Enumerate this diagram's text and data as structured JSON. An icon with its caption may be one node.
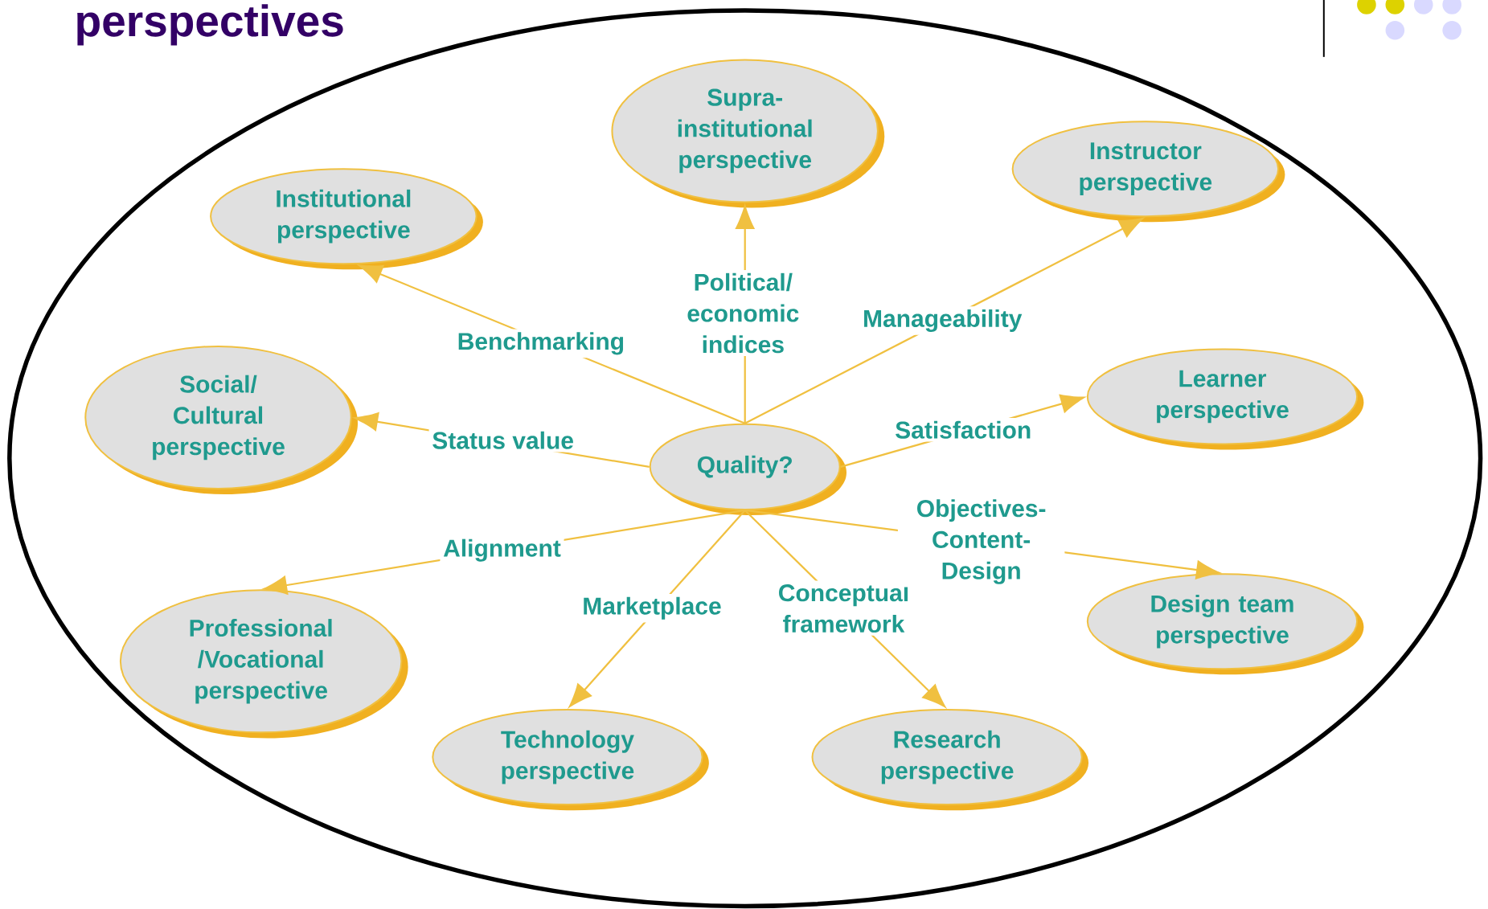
{
  "diagram": {
    "title": "perspectives",
    "nodes": [
      {
        "text": [
          "Quality?"
        ]
      },
      {
        "text": [
          "Supra-institutional perspective"
        ]
      },
      {
        "text": [
          "Institutional perspective"
        ]
      },
      {
        "text": [
          "Instructor perspective"
        ]
      },
      {
        "text": [
          "Social/ Cultural perspective"
        ]
      },
      {
        "text": [
          "Learner perspective"
        ]
      },
      {
        "text": [
          "Professional /Vocational perspective"
        ]
      },
      {
        "text": [
          "Technology perspective"
        ]
      },
      {
        "text": [
          "Research perspective"
        ]
      },
      {
        "text": [
          "Design team perspective"
        ]
      }
    ],
    "edges": [
      {
        "from": 0,
        "to": 1,
        "arrow": "to",
        "label": "Political/ economic indices"
      },
      {
        "from": 0,
        "to": 2,
        "arrow": "to",
        "label": "Benchmarking"
      },
      {
        "from": 0,
        "to": 3,
        "arrow": "to",
        "label": "Manageability"
      },
      {
        "from": 0,
        "to": 4,
        "arrow": "to",
        "label": "Status value"
      },
      {
        "from": 0,
        "to": 5,
        "arrow": "to",
        "label": "Satisfaction"
      },
      {
        "from": 0,
        "to": 6,
        "arrow": "to",
        "label": "Alignment"
      },
      {
        "from": 0,
        "to": 7,
        "arrow": "to",
        "label": "Marketplace"
      },
      {
        "from": 0,
        "to": 8,
        "arrow": "to",
        "label": "Conceptual framework"
      },
      {
        "from": 0,
        "to": 9,
        "arrow": "to",
        "label": "Objectives-Content-Design"
      }
    ]
  }
}
